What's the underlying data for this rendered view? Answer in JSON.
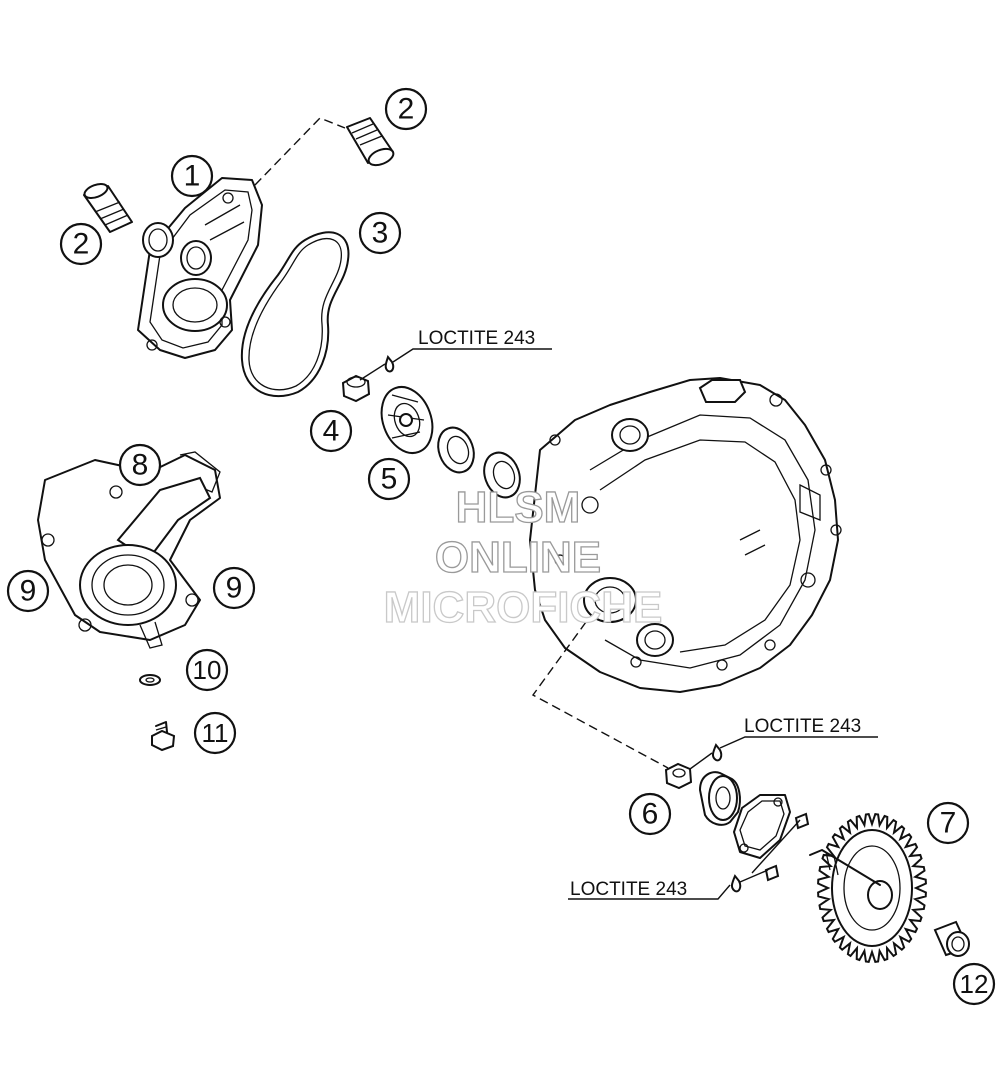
{
  "callouts": [
    {
      "id": "c1",
      "label": "1"
    },
    {
      "id": "c2a",
      "label": "2"
    },
    {
      "id": "c2b",
      "label": "2"
    },
    {
      "id": "c3",
      "label": "3"
    },
    {
      "id": "c4",
      "label": "4"
    },
    {
      "id": "c5",
      "label": "5"
    },
    {
      "id": "c6",
      "label": "6"
    },
    {
      "id": "c7",
      "label": "7"
    },
    {
      "id": "c8",
      "label": "8"
    },
    {
      "id": "c9a",
      "label": "9"
    },
    {
      "id": "c9b",
      "label": "9"
    },
    {
      "id": "c10",
      "label": "10"
    },
    {
      "id": "c11",
      "label": "11"
    },
    {
      "id": "c12",
      "label": "12"
    }
  ],
  "notes": [
    "LOCTITE 243",
    "LOCTITE 243",
    "LOCTITE 243"
  ],
  "watermark": {
    "line1": "HLSM",
    "line2": "ONLINE",
    "line3": "MICROFICHE"
  },
  "colors": {
    "line": "#111111",
    "background": "#ffffff",
    "watermark": "#9a9a9a"
  }
}
